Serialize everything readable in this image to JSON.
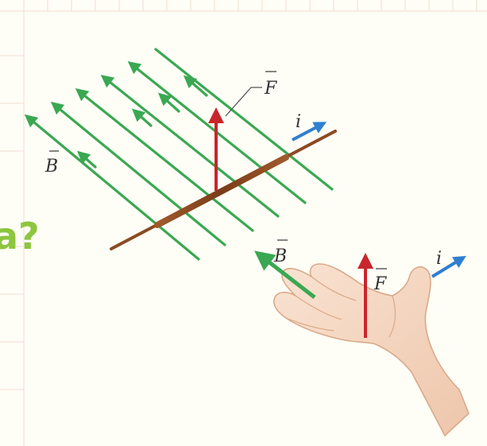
{
  "labels": {
    "force": "F",
    "current_top": "i",
    "field_left": "B",
    "field_hand": "B",
    "force_hand": "F",
    "current_hand": "i"
  },
  "partial_text": "a?",
  "colors": {
    "field": "#3aa852",
    "force": "#c8262b",
    "current": "#2f7fd0",
    "wire": "#8a4a22",
    "skin": "#f6d9c3",
    "accent_text": "#8dc63f",
    "background": "#fffef6",
    "grid": "#f0dcd0"
  }
}
